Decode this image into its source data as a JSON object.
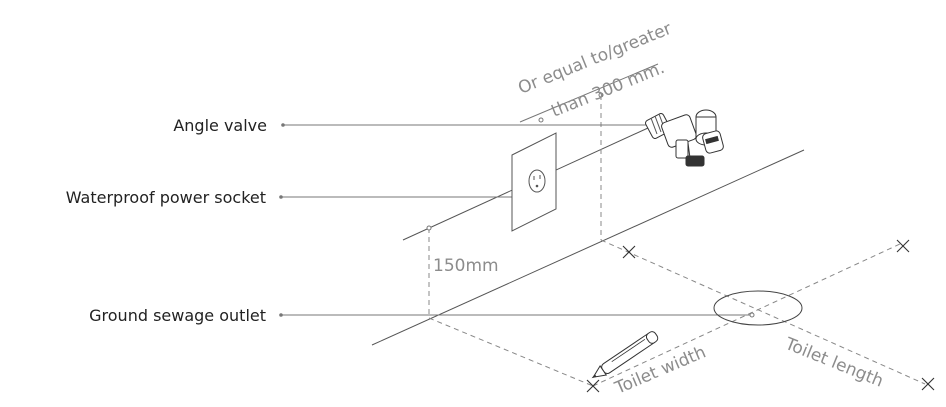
{
  "labels": {
    "angle_valve": "Angle valve",
    "power_socket": "Waterproof power socket",
    "sewage_outlet": "Ground sewage outlet"
  },
  "dimensions": {
    "clearance_line1": "Or equal to/greater",
    "clearance_line2": "than 300 mm.",
    "outlet_offset": "150mm",
    "toilet_width": "Toilet width",
    "toilet_length": "Toilet length"
  },
  "colors": {
    "callout_text": "#222222",
    "dimension_text": "#8c8c8c",
    "line": "#555555"
  },
  "icons": [
    "angle-valve-icon",
    "power-socket-icon",
    "pencil-icon",
    "cross-marker-icon"
  ]
}
